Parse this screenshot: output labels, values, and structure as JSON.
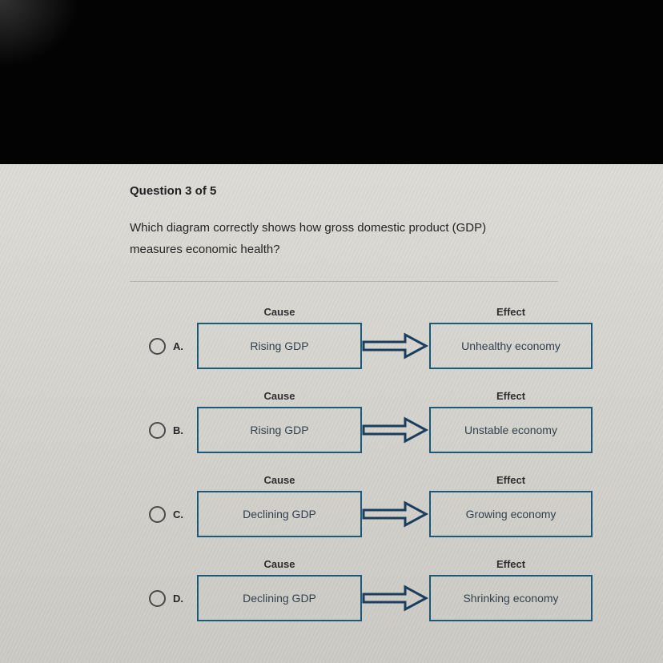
{
  "quiz": {
    "header": "Question 3 of 5",
    "question_line1": "Which diagram correctly shows how gross domestic product (GDP)",
    "question_line2": "measures economic health?",
    "options": [
      {
        "letter": "A.",
        "cause_label": "Cause",
        "effect_label": "Effect",
        "cause": "Rising GDP",
        "effect": "Unhealthy economy"
      },
      {
        "letter": "B.",
        "cause_label": "Cause",
        "effect_label": "Effect",
        "cause": "Rising GDP",
        "effect": "Unstable economy"
      },
      {
        "letter": "C.",
        "cause_label": "Cause",
        "effect_label": "Effect",
        "cause": "Declining GDP",
        "effect": "Growing economy"
      },
      {
        "letter": "D.",
        "cause_label": "Cause",
        "effect_label": "Effect",
        "cause": "Declining GDP",
        "effect": "Shrinking economy"
      }
    ]
  },
  "colors": {
    "top_bg": "#030303",
    "content_bg": "#d8d7d1",
    "box_border": "#1d5a78",
    "arrow_color": "#1c3e5e"
  }
}
